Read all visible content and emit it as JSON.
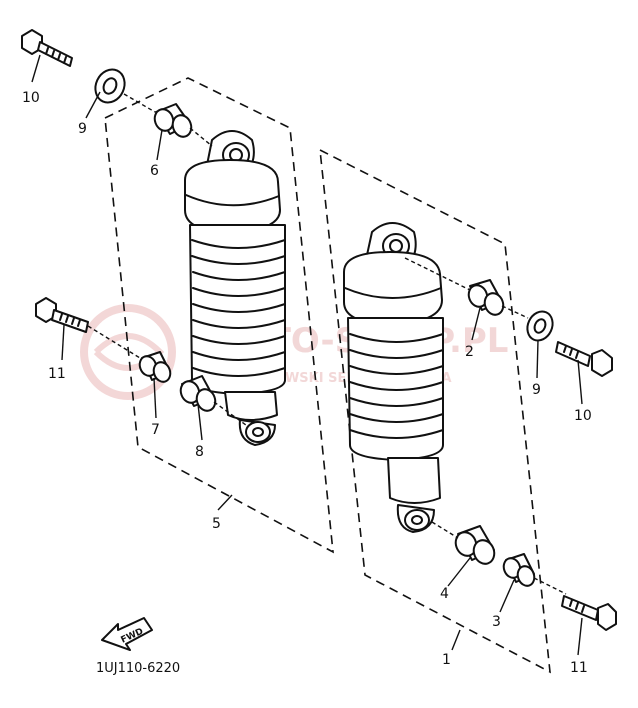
{
  "diagram": {
    "part_code": "1UJ110-6220",
    "fwd_label": "FWD",
    "watermark": {
      "main": "MOTO-SKLEP.PL",
      "sub": "WOJCIECHOWSKI SERWIS YAMAHA",
      "color": "#e07070"
    },
    "callouts": {
      "c1": "1",
      "c2": "2",
      "c3": "3",
      "c4": "4",
      "c5": "5",
      "c6": "6",
      "c7": "7",
      "c8": "8",
      "c9a": "9",
      "c9b": "9",
      "c10a": "10",
      "c10b": "10",
      "c11a": "11",
      "c11b": "11"
    }
  }
}
